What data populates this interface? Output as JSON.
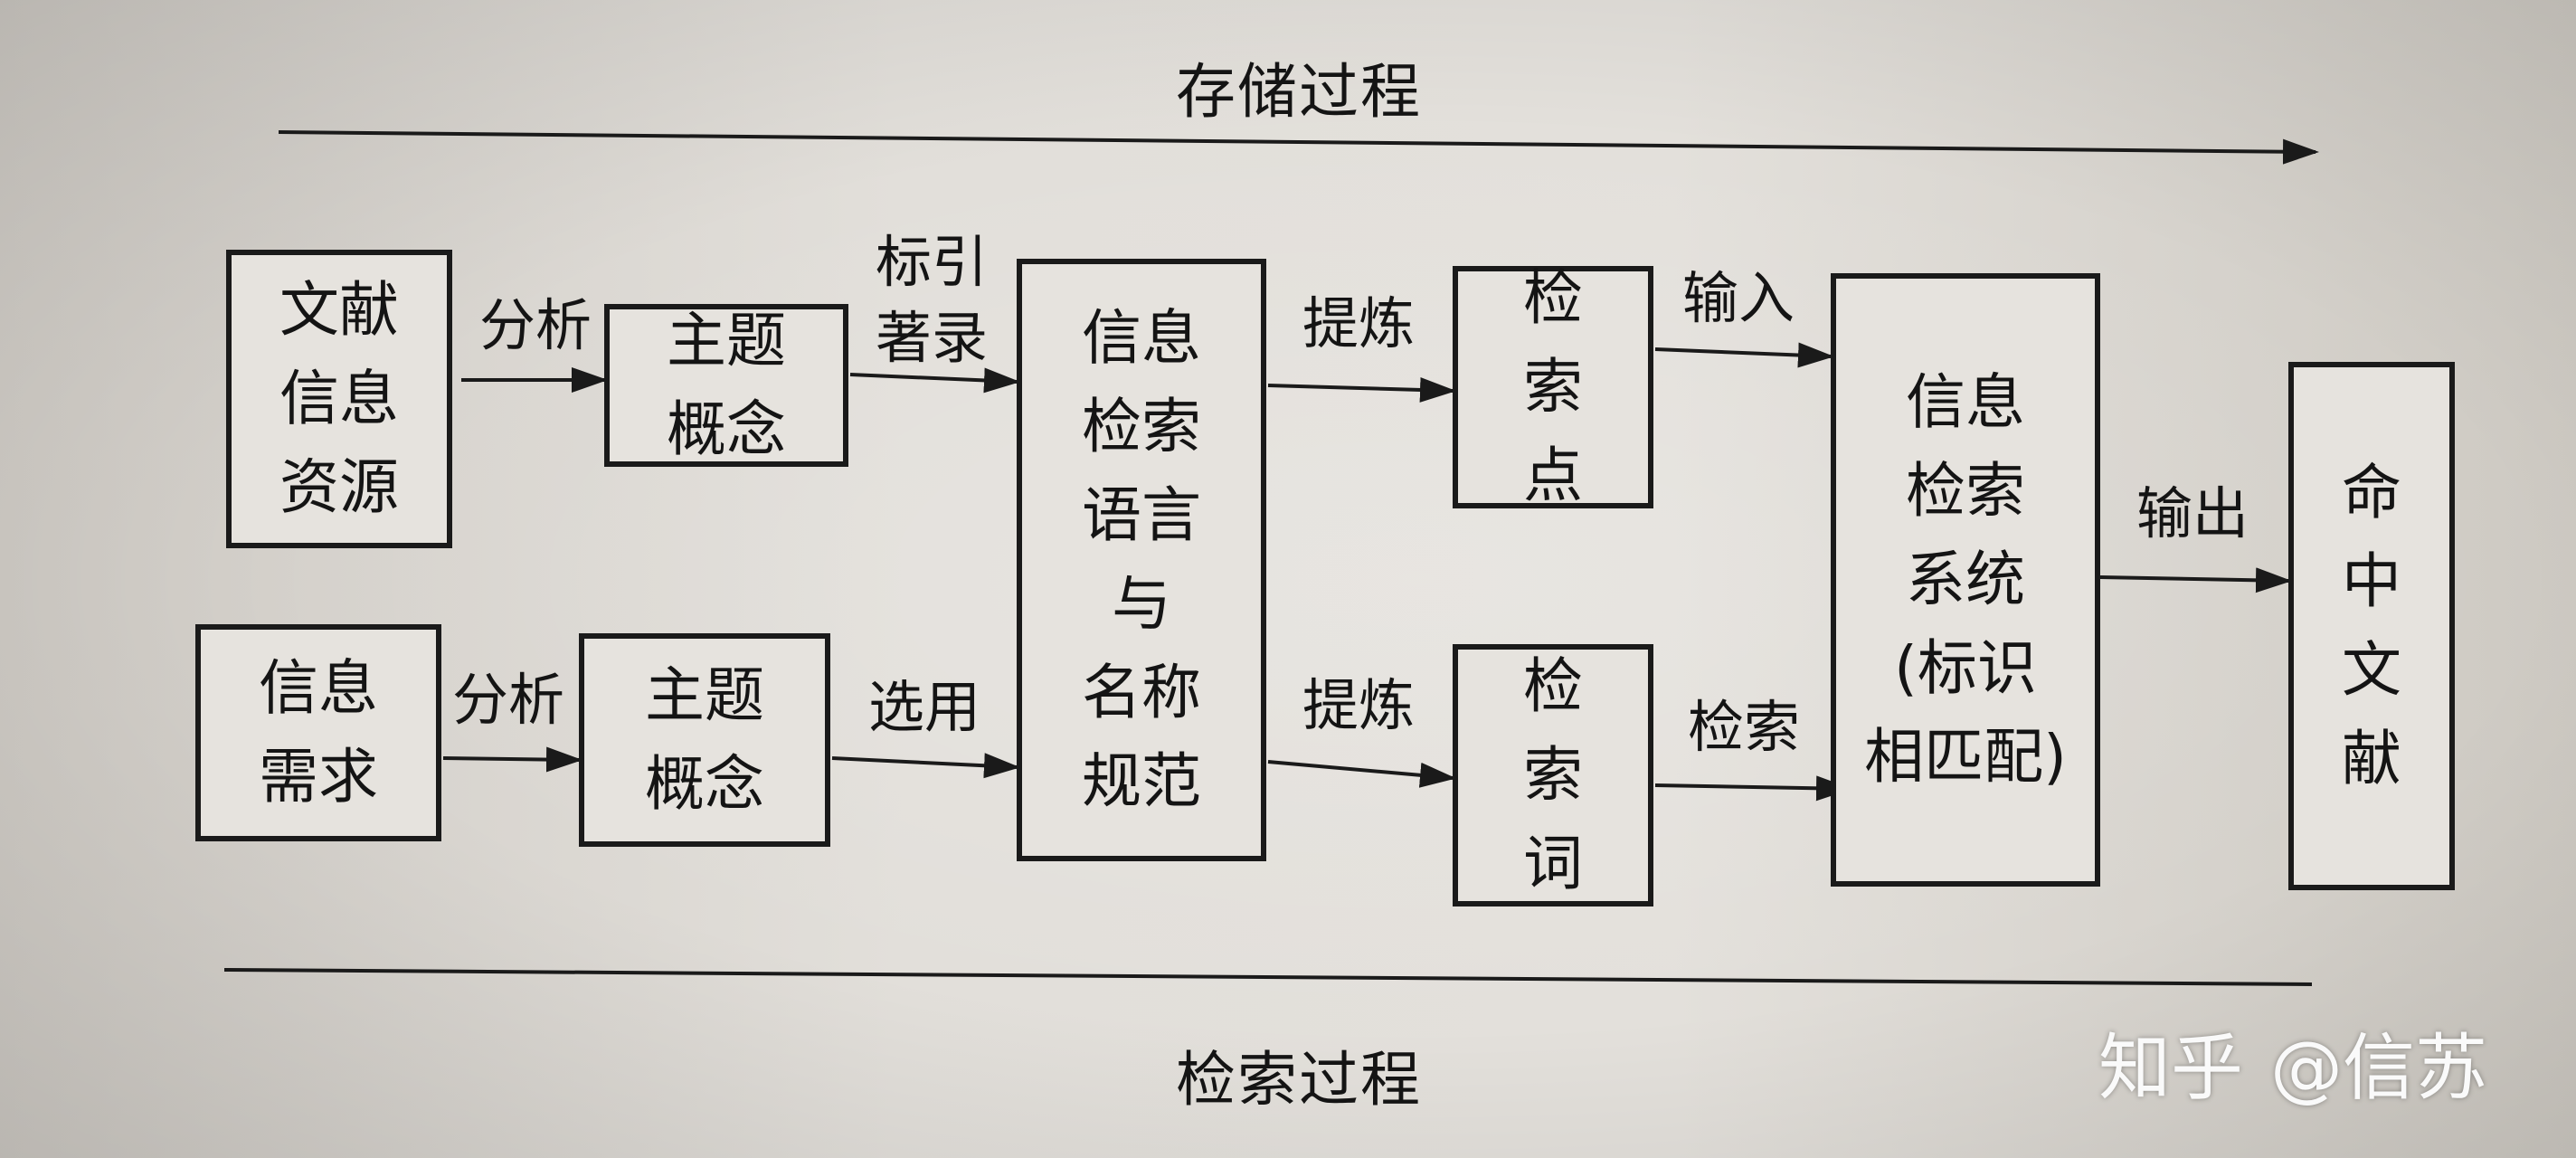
{
  "diagram": {
    "top_title": "存储过程",
    "bottom_title": "检索过程",
    "nodes": {
      "doc_source": "文献\n信息\n资源",
      "topic_top": "主题\n概念",
      "info_need": "信息\n需求",
      "topic_bottom": "主题\n概念",
      "language": "信息\n检索\n语言\n与\n名称\n规范",
      "point": "检\n索\n点",
      "word": "检\n索\n词",
      "system": "信息\n检索\n系统\n(标识\n相匹配)",
      "result": "命\n中\n文\n献"
    },
    "edges": {
      "analyze_top": "分析",
      "index_record": "标引\n著录",
      "refine_top": "提炼",
      "input": "输入",
      "analyze_bottom": "分析",
      "select": "选用",
      "refine_bottom": "提炼",
      "retrieve": "检索",
      "output": "输出"
    }
  },
  "watermark": {
    "platform": "知乎",
    "author": "@信苏"
  }
}
